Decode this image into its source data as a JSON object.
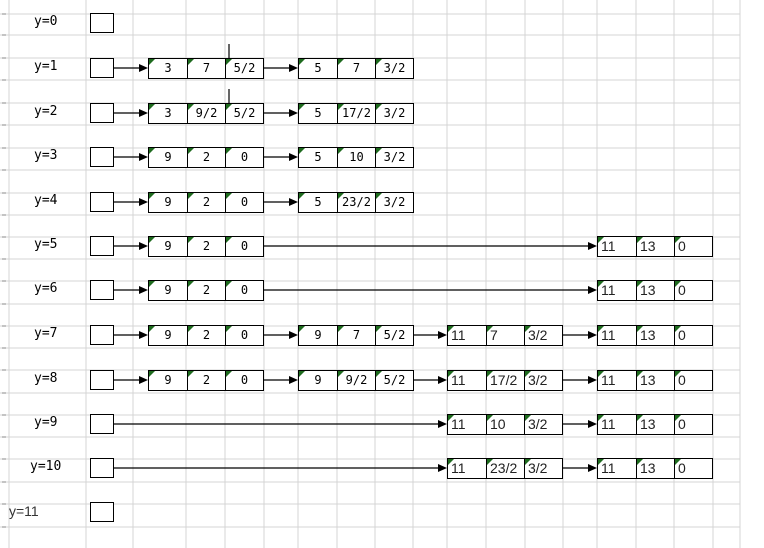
{
  "rows": [
    {
      "label": "y=0",
      "nodes": []
    },
    {
      "label": "y=1",
      "nodes": [
        [
          "3",
          "7",
          "5/2"
        ],
        [
          "5",
          "7",
          "3/2"
        ]
      ]
    },
    {
      "label": "y=2",
      "nodes": [
        [
          "3",
          "9/2",
          "5/2"
        ],
        [
          "5",
          "17/2",
          "3/2"
        ]
      ]
    },
    {
      "label": "y=3",
      "nodes": [
        [
          "9",
          "2",
          "0"
        ],
        [
          "5",
          "10",
          "3/2"
        ]
      ]
    },
    {
      "label": "y=4",
      "nodes": [
        [
          "9",
          "2",
          "0"
        ],
        [
          "5",
          "23/2",
          "3/2"
        ]
      ]
    },
    {
      "label": "y=5",
      "nodes": [
        [
          "9",
          "2",
          "0"
        ],
        [
          "11",
          "13",
          "0"
        ]
      ]
    },
    {
      "label": "y=6",
      "nodes": [
        [
          "9",
          "2",
          "0"
        ],
        [
          "11",
          "13",
          "0"
        ]
      ]
    },
    {
      "label": "y=7",
      "nodes": [
        [
          "9",
          "2",
          "0"
        ],
        [
          "9",
          "7",
          "5/2"
        ],
        [
          "11",
          "7",
          "3/2"
        ],
        [
          "11",
          "13",
          "0"
        ]
      ]
    },
    {
      "label": "y=8",
      "nodes": [
        [
          "9",
          "2",
          "0"
        ],
        [
          "9",
          "9/2",
          "5/2"
        ],
        [
          "11",
          "17/2",
          "3/2"
        ],
        [
          "11",
          "13",
          "0"
        ]
      ]
    },
    {
      "label": "y=9",
      "nodes": [
        [
          "11",
          "10",
          "3/2"
        ],
        [
          "11",
          "13",
          "0"
        ]
      ]
    },
    {
      "label": "y=10",
      "nodes": [
        [
          "11",
          "23/2",
          "3/2"
        ],
        [
          "11",
          "13",
          "0"
        ]
      ]
    },
    {
      "label": "y=11",
      "nodes": []
    }
  ],
  "colors": {
    "grid": "#d4d4d4",
    "corner_marker": "#1e6b1e",
    "line": "#000000"
  }
}
